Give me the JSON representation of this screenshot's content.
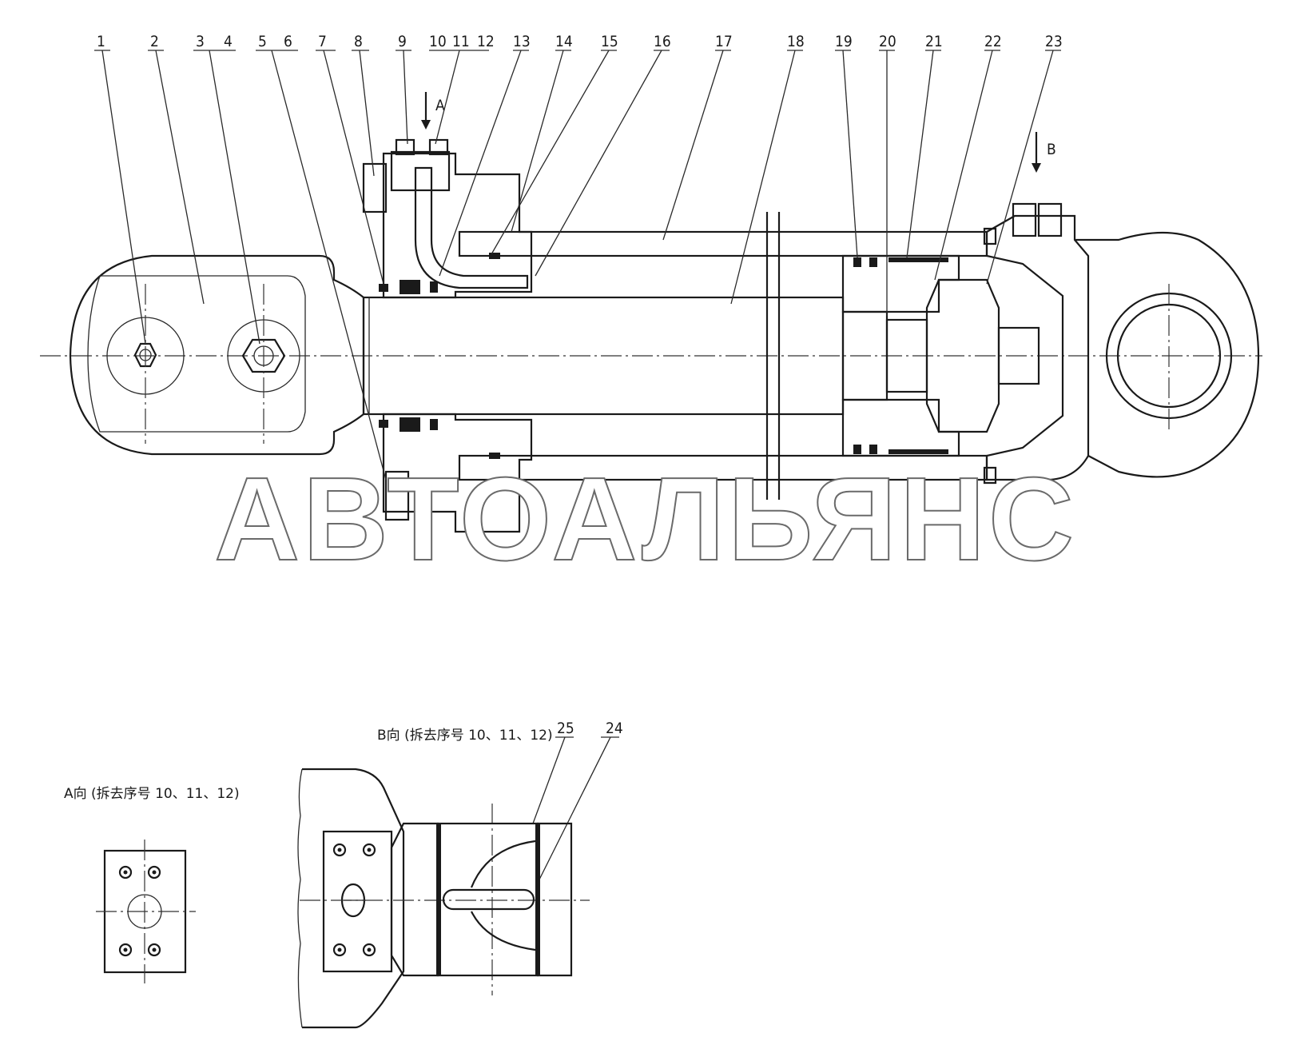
{
  "callouts": [
    "1",
    "2",
    "3",
    "4",
    "5",
    "6",
    "7",
    "8",
    "9",
    "10",
    "11",
    "12",
    "13",
    "14",
    "15",
    "16",
    "17",
    "18",
    "19",
    "20",
    "21",
    "22",
    "23",
    "24",
    "25"
  ],
  "view_markers": {
    "a": "A",
    "b": "B"
  },
  "view_a_caption": "A向 (拆去序号 10、11、12)",
  "view_b_caption": "B向 (拆去序号 10、11、12)",
  "watermark": "АВТОАЛЬЯНС"
}
